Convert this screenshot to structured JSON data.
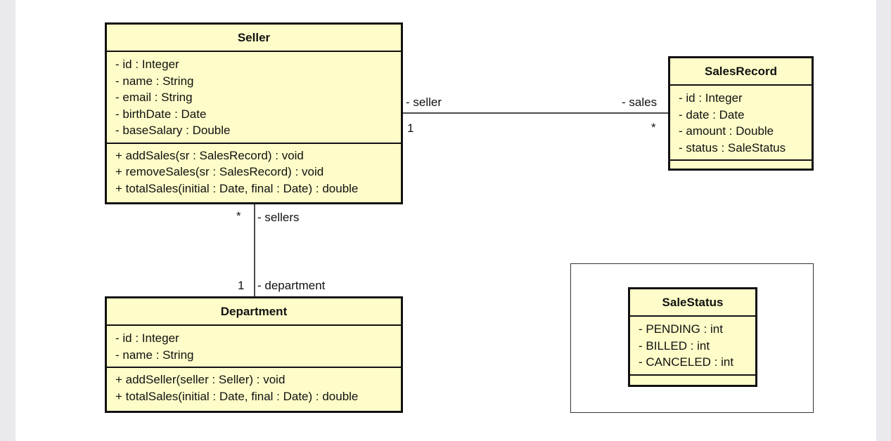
{
  "diagram": {
    "classes": {
      "seller": {
        "name": "Seller",
        "attributes": [
          "- id : Integer",
          "- name : String",
          "- email : String",
          "- birthDate : Date",
          "- baseSalary : Double"
        ],
        "operations": [
          "+ addSales(sr : SalesRecord) : void",
          "+ removeSales(sr : SalesRecord) : void",
          "+ totalSales(initial : Date, final : Date) : double"
        ]
      },
      "sales_record": {
        "name": "SalesRecord",
        "attributes": [
          "- id : Integer",
          "- date : Date",
          "- amount : Double",
          "- status : SaleStatus"
        ],
        "operations": []
      },
      "department": {
        "name": "Department",
        "attributes": [
          "- id : Integer",
          "- name : String"
        ],
        "operations": [
          "+ addSeller(seller : Seller) : void",
          "+ totalSales(initial : Date, final : Date) : double"
        ]
      },
      "sale_status": {
        "name": "SaleStatus",
        "attributes": [
          "- PENDING : int",
          "- BILLED : int",
          "- CANCELED : int"
        ],
        "operations": []
      }
    },
    "associations": {
      "seller_sales": {
        "seller_role": "- seller",
        "seller_multiplicity": "1",
        "sales_role": "- sales",
        "sales_multiplicity": "*"
      },
      "seller_department": {
        "sellers_role": "- sellers",
        "sellers_multiplicity": "*",
        "department_role": "- department",
        "department_multiplicity": "1"
      }
    },
    "colors": {
      "class_fill": "#fefdc9",
      "border": "#111111",
      "page_background": "#e9e9ee",
      "canvas_background": "#ffffff"
    }
  }
}
